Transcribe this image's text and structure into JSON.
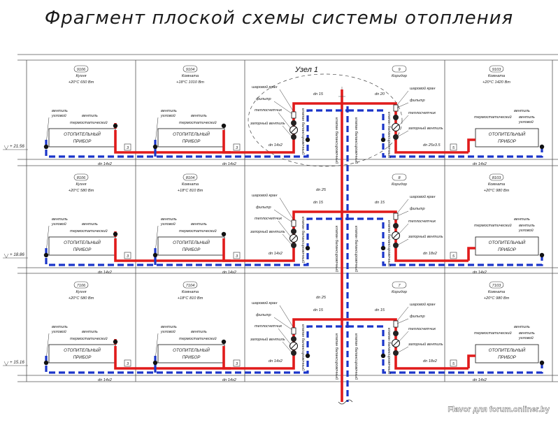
{
  "title": "Фрагмент плоской схемы системы отопления",
  "watermark": "Flavor для forum.onliner.by",
  "node_label": "Узел 1",
  "levels": [
    "+ 21.56",
    "+ 18.86",
    "+ 15.16"
  ],
  "rooms": [
    {
      "num": "9106",
      "name": "Кухня",
      "spec": "+20°C 650 Вт"
    },
    {
      "num": "9104",
      "name": "Комната",
      "spec": "+18°C 1010 Вт"
    },
    {
      "num": "9",
      "name": "Коридор",
      "spec": ""
    },
    {
      "num": "9103",
      "name": "Комната",
      "spec": "+20°C 1420 Вт"
    },
    {
      "num": "8106",
      "name": "Кухня",
      "spec": "+20°C 580 Вт"
    },
    {
      "num": "8104",
      "name": "Комната",
      "spec": "+18°C 810 Вт"
    },
    {
      "num": "8",
      "name": "Коридор",
      "spec": ""
    },
    {
      "num": "8103",
      "name": "Комната",
      "spec": "+20°C 980 Вт"
    },
    {
      "num": "7106",
      "name": "Кухня",
      "spec": "+20°C 580 Вт"
    },
    {
      "num": "7104",
      "name": "Комната",
      "spec": "+18°C 810 Вт"
    },
    {
      "num": "7",
      "name": "Коридор",
      "spec": ""
    },
    {
      "num": "7103",
      "name": "Комната",
      "spec": "+20°C 980 Вт"
    }
  ],
  "labels": {
    "heater_line1": "ОТОПИТЕЛЬНЫЙ",
    "heater_line2": "ПРИБОР",
    "valve_angle_1": "вентиль",
    "valve_angle_2": "угловой",
    "valve_thermo_1": "вентиль",
    "valve_thermo_2": "термостатический",
    "ball_valve": "шаровой кран",
    "filter": "фильтр",
    "heat_meter": "теплосчетчик",
    "shutoff_valve": "запорный вентиль",
    "balancing_valve": "клапан балансировочный",
    "valve_num": "3",
    "valve_num_right": "5"
  },
  "dims": {
    "dn14": "dn 14х2",
    "dn15": "dn 15",
    "dn20": "dn 20",
    "dn25": "dn 25",
    "dn25x35": "dn 25х3.5",
    "dn18": "dn 18х2"
  },
  "colors": {
    "supply": "#e01b1b",
    "return": "#1a35c9",
    "grid": "#555555"
  }
}
